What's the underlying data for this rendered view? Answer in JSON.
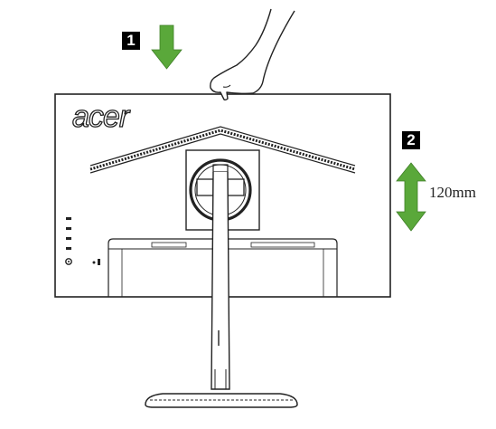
{
  "steps": {
    "step1_label": "1",
    "step2_label": "2"
  },
  "height_adjustment": {
    "label": "120mm"
  },
  "brand": {
    "logo_text": "acer"
  },
  "colors": {
    "arrow_green": "#5aa83a",
    "outline": "#222222",
    "background": "#ffffff"
  },
  "icons": {
    "down_arrow": "down-arrow-icon",
    "up_down_arrow": "up-down-arrow-icon",
    "hand": "hand-icon"
  }
}
